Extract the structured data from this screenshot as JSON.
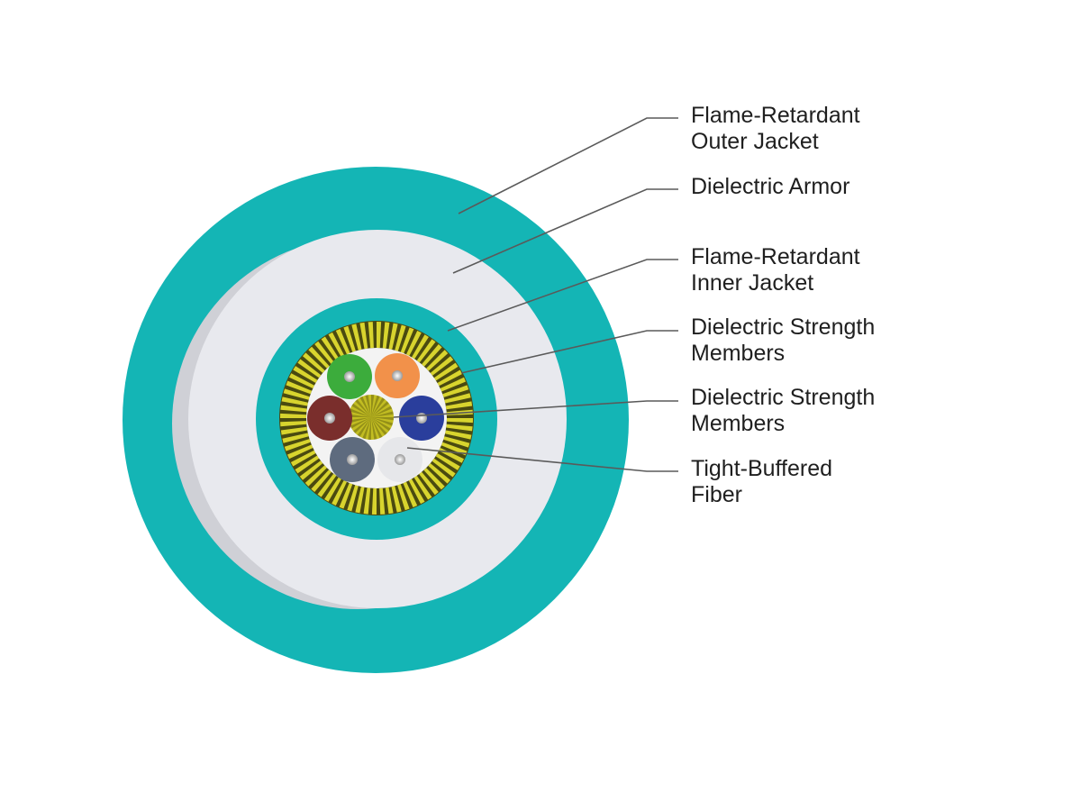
{
  "diagram": {
    "layers": [
      {
        "id": "outer-jacket",
        "lines": [
          "Flame-Retardant",
          "Outer Jacket"
        ],
        "color": "#14b5b5"
      },
      {
        "id": "armor",
        "lines": [
          "Dielectric Armor"
        ],
        "color": "#e8e9ee"
      },
      {
        "id": "inner-jacket",
        "lines": [
          "Flame-Retardant",
          "Inner Jacket"
        ],
        "color": "#14b5b5"
      },
      {
        "id": "strength-members-yarn",
        "lines": [
          "Dielectric Strength",
          "Members"
        ],
        "color": "#b8b414"
      },
      {
        "id": "strength-members-center",
        "lines": [
          "Dielectric Strength",
          "Members"
        ],
        "color": "#c2bd22"
      },
      {
        "id": "tight-buffered-fiber",
        "lines": [
          "Tight-Buffered",
          "Fiber"
        ],
        "color": "#e6e7ea"
      }
    ],
    "fiber_colors": [
      "#3cac3c",
      "#f2914a",
      "#2a3e9c",
      "#e6e7ea",
      "#5e6b7e",
      "#7a2e2c"
    ],
    "colors": {
      "leader_line": "#5a5a5a",
      "label_text": "#1f1f1f",
      "jacket": "#14b5b5",
      "armor": "#e8e9ee",
      "armor_shadow": "#cfd0d6",
      "yarn_dark": "#4a4a10",
      "yarn_light": "#d8d42e"
    }
  }
}
